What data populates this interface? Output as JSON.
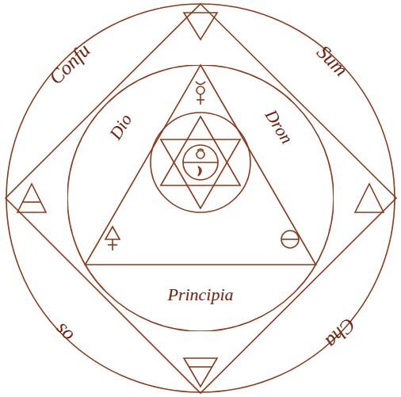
{
  "diagram": {
    "nodes": [
      {
        "text": [
          "Confu",
          "Sum",
          "Cha",
          "os"
        ]
      },
      {
        "text": [
          "Dio",
          "Dron",
          "Principia"
        ],
        "in": 0
      }
    ]
  }
}
